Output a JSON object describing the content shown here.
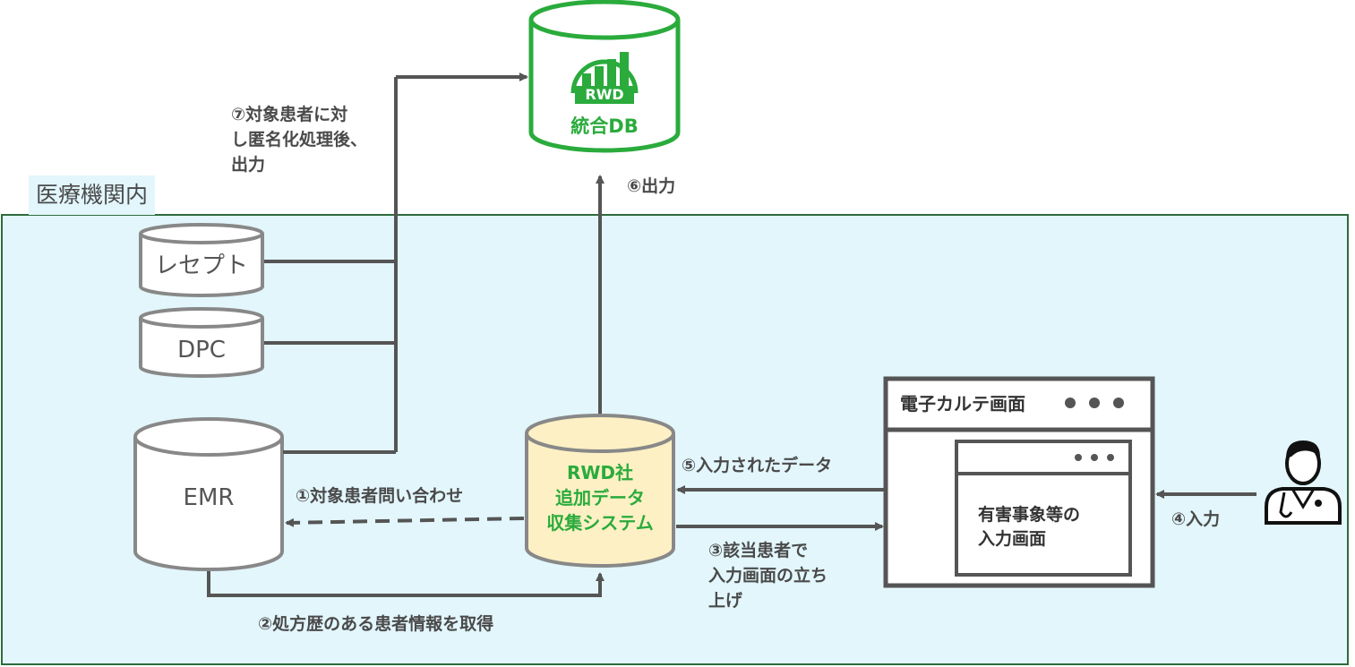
{
  "region": {
    "label": "医療機関内"
  },
  "databases": {
    "integrated": {
      "logo_text": "RWD",
      "label": "統合DB"
    },
    "receipt": {
      "label": "レセプト"
    },
    "dpc": {
      "label": "DPC"
    },
    "emr": {
      "label": "EMR"
    },
    "rwd_system": {
      "line1": "RWD社",
      "line2": "追加データ",
      "line3": "収集システム"
    }
  },
  "ehr_window": {
    "title": "電子カルテ画面",
    "inner_line1": "有害事象等の",
    "inner_line2": "入力画面"
  },
  "steps": {
    "s1": "①対象患者問い合わせ",
    "s2": "②処方歴のある患者情報を取得",
    "s3_line1": "③該当患者で",
    "s3_line2": "入力画面の立ち",
    "s3_line3": "上げ",
    "s4": "④入力",
    "s5": "⑤入力されたデータ",
    "s6": "⑥出力",
    "s7_line1": "⑦対象患者に対",
    "s7_line2": "し匿名化処理後、",
    "s7_line3": "出力"
  },
  "colors": {
    "region_fill": "#e2f6fc",
    "region_border": "#2e6b3c",
    "accent_green": "#2aab3c",
    "system_fill": "#fdf0c4",
    "line": "#555555"
  }
}
